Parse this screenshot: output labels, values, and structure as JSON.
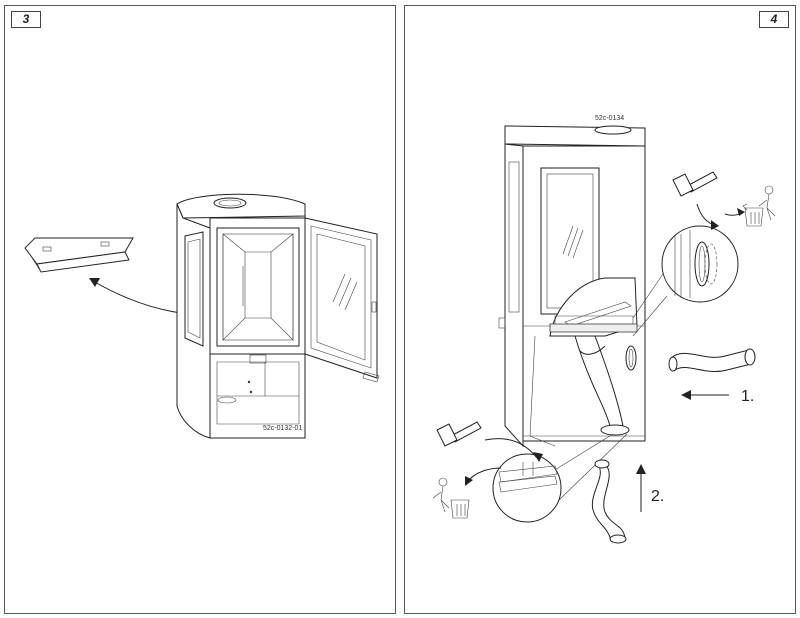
{
  "panels": [
    {
      "page_number": "3",
      "drawing_code": "52c-0132-01"
    },
    {
      "page_number": "4",
      "drawing_code": "52c-0134",
      "steps": [
        {
          "label": "1."
        },
        {
          "label": "2."
        }
      ]
    }
  ],
  "icons": [
    "hammer-icon",
    "recycle-bin-icon",
    "curved-arrow-icon",
    "straight-arrow-icon"
  ]
}
